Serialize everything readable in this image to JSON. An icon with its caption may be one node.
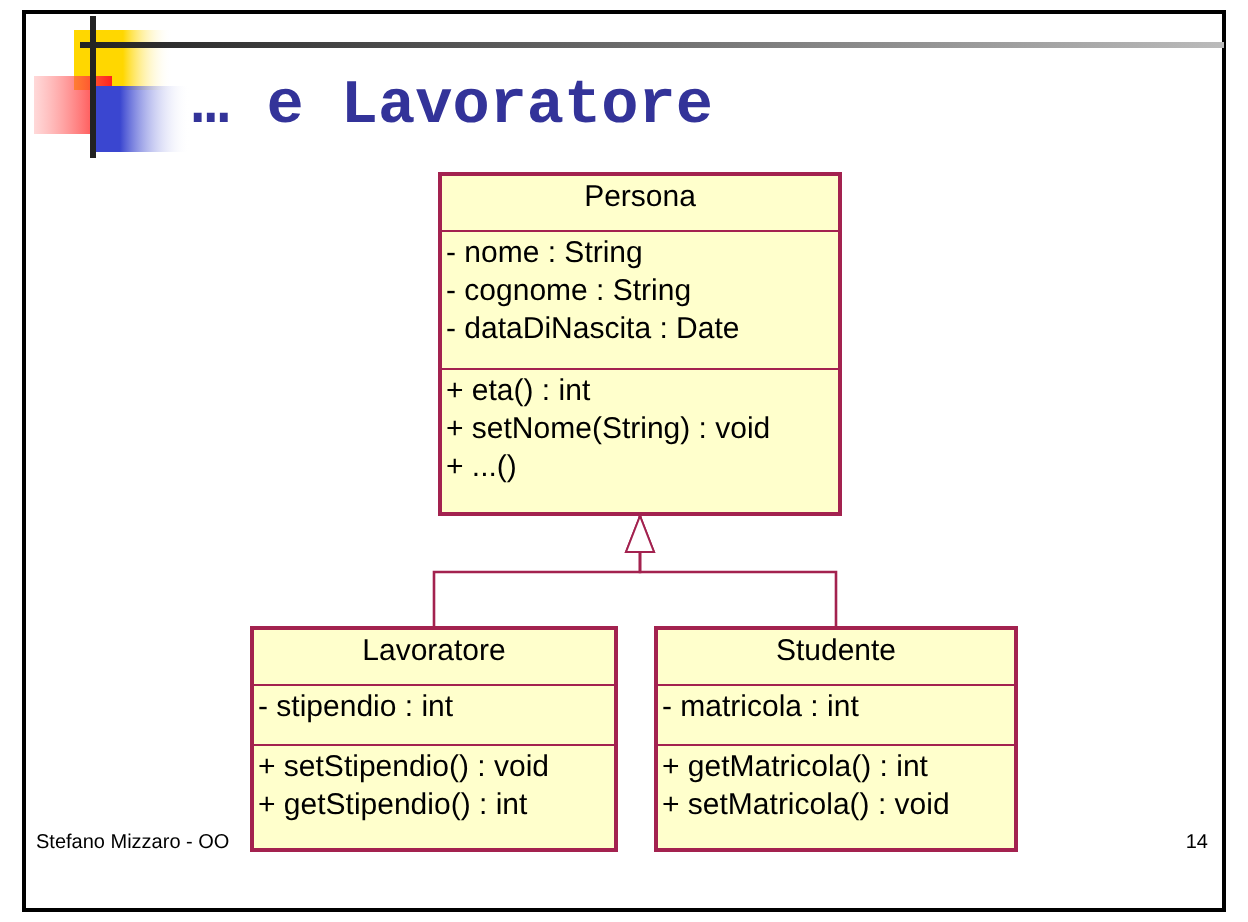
{
  "diagram": {
    "title": "… e Lavoratore",
    "nodes": [
      {
        "text": [
          "Persona"
        ]
      },
      {
        "text": [
          "- nome : String",
          "- cognome : String",
          "- dataDiNascita : Date"
        ],
        "in": 0
      },
      {
        "text": [
          "+ eta() : int",
          "+ setNome(String) : void",
          "+ ...()"
        ],
        "in": 0
      },
      {
        "text": [
          "Lavoratore"
        ]
      },
      {
        "text": [
          "- stipendio : int"
        ],
        "in": 3
      },
      {
        "text": [
          "+ setStipendio() : void",
          "+ getStipendio() : int"
        ],
        "in": 3
      },
      {
        "text": [
          "Studente"
        ]
      },
      {
        "text": [
          "- matricola : int"
        ],
        "in": 6
      },
      {
        "text": [
          "+ getMatricola() : int",
          "+ setMatricola() : void"
        ],
        "in": 6
      }
    ],
    "edges": [
      {
        "from": 3,
        "to": 0,
        "arrow": "to"
      },
      {
        "from": 6,
        "to": 0,
        "arrow": "to"
      }
    ],
    "labels": [
      "Stefano Mizzaro - OO",
      "14"
    ]
  }
}
